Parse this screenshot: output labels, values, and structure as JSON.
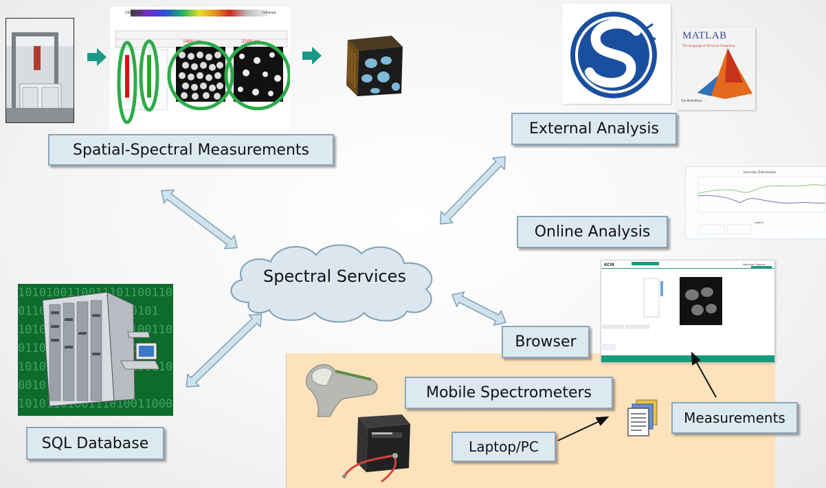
{
  "center": {
    "label": "Spectral Services"
  },
  "nodes": {
    "spatial_spectral": "Spatial-Spectral Measurements",
    "external_analysis": "External Analysis",
    "online_analysis": "Online Analysis",
    "browser": "Browser",
    "sql_database": "SQL Database",
    "mobile_spectrometers": "Mobile Spectrometers",
    "laptop_pc": "Laptop/PC",
    "measurements": "Measurements"
  },
  "logos": {
    "matlab_text": "MATLAB",
    "matlab_sub": "The Language of Technical Computing",
    "matlab_vendor": "The MathWorks"
  },
  "spectrum_strip": {
    "left_label": "Ultraviolet",
    "right_label": "Infrared",
    "marker_1": "1400 nm",
    "marker_2": "2100 nm"
  },
  "online_chart": {
    "title": "Intensity Distribution",
    "legend_title": "Legend"
  },
  "browser_screenshot": {
    "logo": "KCM",
    "user": "Welcome: Stephan"
  },
  "sql_background_text": [
    "1010100110011101100110",
    "01101010110100110101",
    "001011010",
    "1010110100111010011000"
  ],
  "colors": {
    "label_fill": "#dde9f1",
    "label_border": "#8aa5b7",
    "arrow_fill": "#cfe3ee",
    "arrow_stroke": "#7f9fb3",
    "panel_fill": "#fde2bc",
    "cloud_fill": "#dbe6ee",
    "teal_arrow": "#1a9a86",
    "green_circle": "#2eab4a"
  }
}
